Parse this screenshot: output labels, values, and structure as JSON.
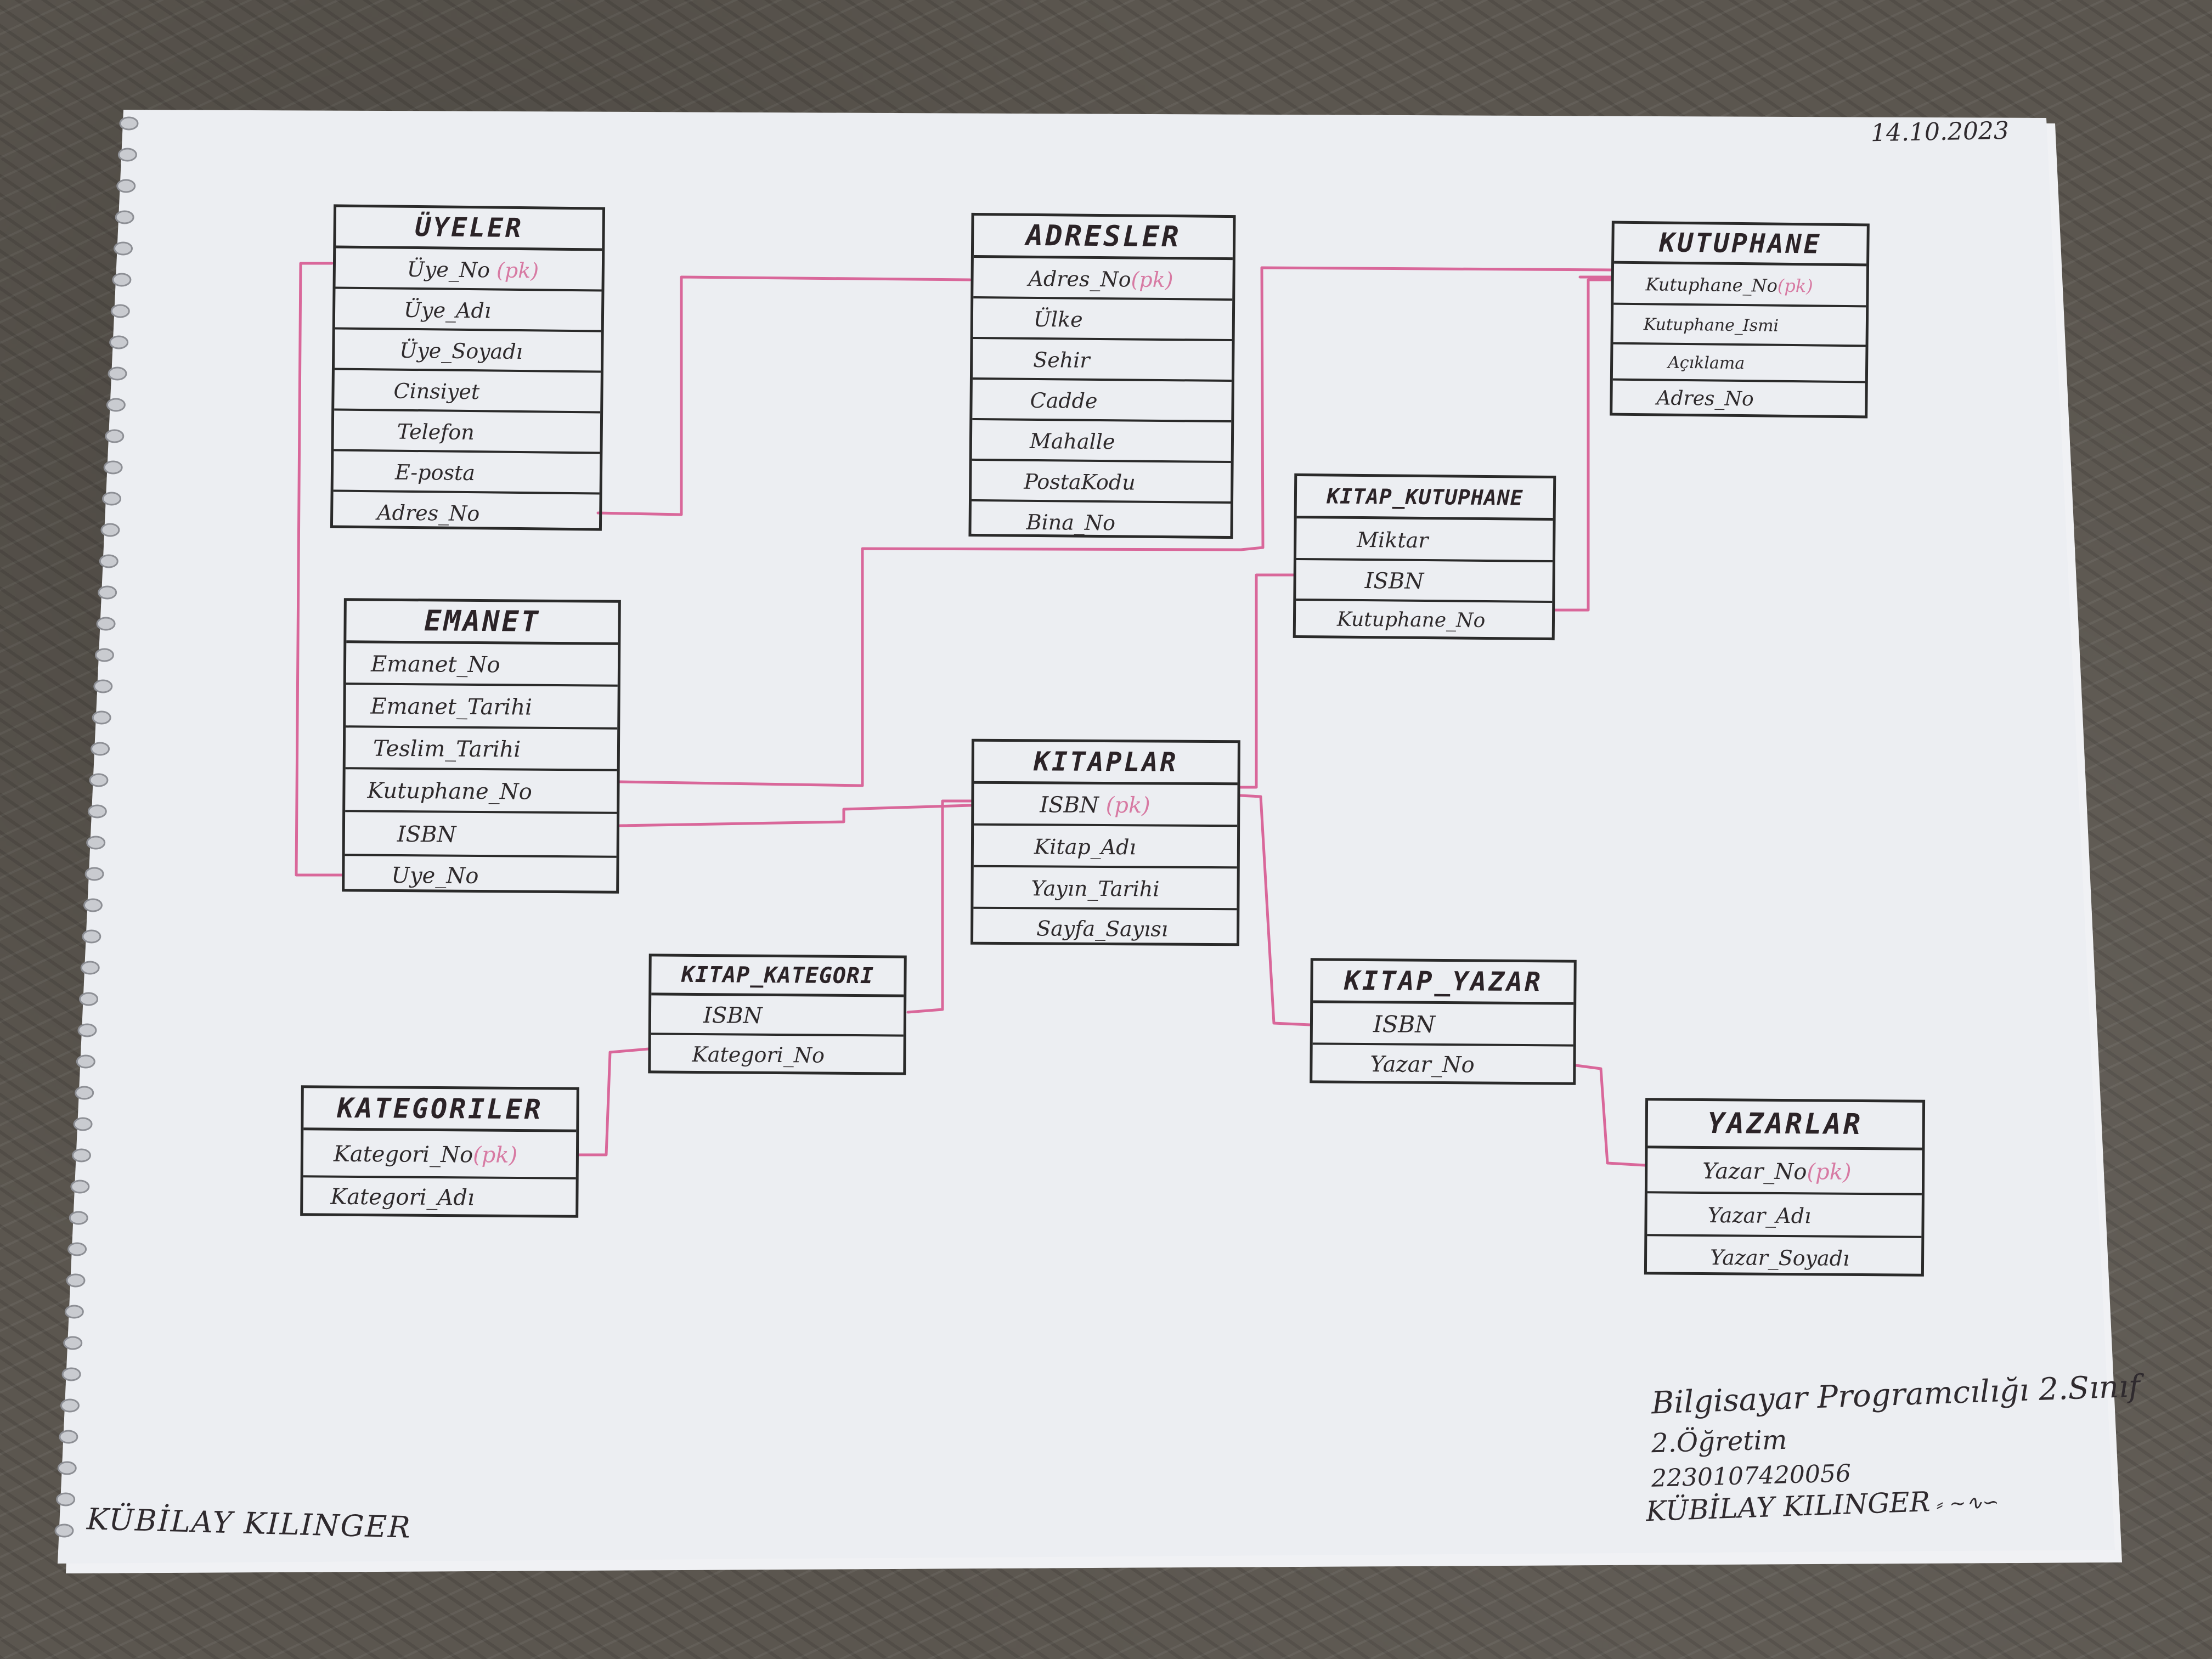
{
  "date": "14.10.2023",
  "tables": {
    "uyeler": {
      "title": "ÜYELER",
      "rows": [
        "Üye_No",
        "Üye_Adı",
        "Üye_Soyadı",
        "Cinsiyet",
        "Telefon",
        "E-posta",
        "Adres_No"
      ],
      "pk_row": 0
    },
    "adresler": {
      "title": "ADRESLER",
      "rows": [
        "Adres_No",
        "Ülke",
        "Sehir",
        "Cadde",
        "Mahalle",
        "PostaKodu",
        "Bina_No"
      ],
      "pk_row": 0
    },
    "kutuphane": {
      "title": "KUTUPHANE",
      "rows": [
        "Kutuphane_No",
        "Kutuphane_Ismi",
        "Açıklama",
        "Adres_No"
      ],
      "pk_row": 0
    },
    "kitap_kutuphane": {
      "title": "KITAP_KUTUPHANE",
      "rows": [
        "Miktar",
        "ISBN",
        "Kutuphane_No"
      ]
    },
    "emanet": {
      "title": "EMANET",
      "rows": [
        "Emanet_No",
        "Emanet_Tarihi",
        "Teslim_Tarihi",
        "Kutuphane_No",
        "ISBN",
        "Uye_No"
      ]
    },
    "kitaplar": {
      "title": "KITAPLAR",
      "rows": [
        "ISBN",
        "Kitap_Adı",
        "Yayın_Tarihi",
        "Sayfa_Sayısı"
      ],
      "pk_row": 0
    },
    "kitap_kategori": {
      "title": "KITAP_KATEGORI",
      "rows": [
        "ISBN",
        "Kategori_No"
      ]
    },
    "kitap_yazar": {
      "title": "KITAP_YAZAR",
      "rows": [
        "ISBN",
        "Yazar_No"
      ]
    },
    "kategoriler": {
      "title": "KATEGORILER",
      "rows": [
        "Kategori_No",
        "Kategori_Adı"
      ],
      "pk_row": 0
    },
    "yazarlar": {
      "title": "YAZARLAR",
      "rows": [
        "Yazar_No",
        "Yazar_Adı",
        "Yazar_Soyadı"
      ],
      "pk_row": 0
    }
  },
  "pk_label": "(pk)",
  "signature_left": "KÜBİLAY KILINGER",
  "info_block": {
    "line1": "Bilgisayar Programcılığı 2.Sınıf",
    "line2": "2.Öğretim",
    "line3": "2230107420056",
    "line4": "KÜBİLAY KILINGER"
  },
  "colors": {
    "ink": "#2a2a2a",
    "relation_line": "#d9679a",
    "paper": "#eeeff3"
  }
}
